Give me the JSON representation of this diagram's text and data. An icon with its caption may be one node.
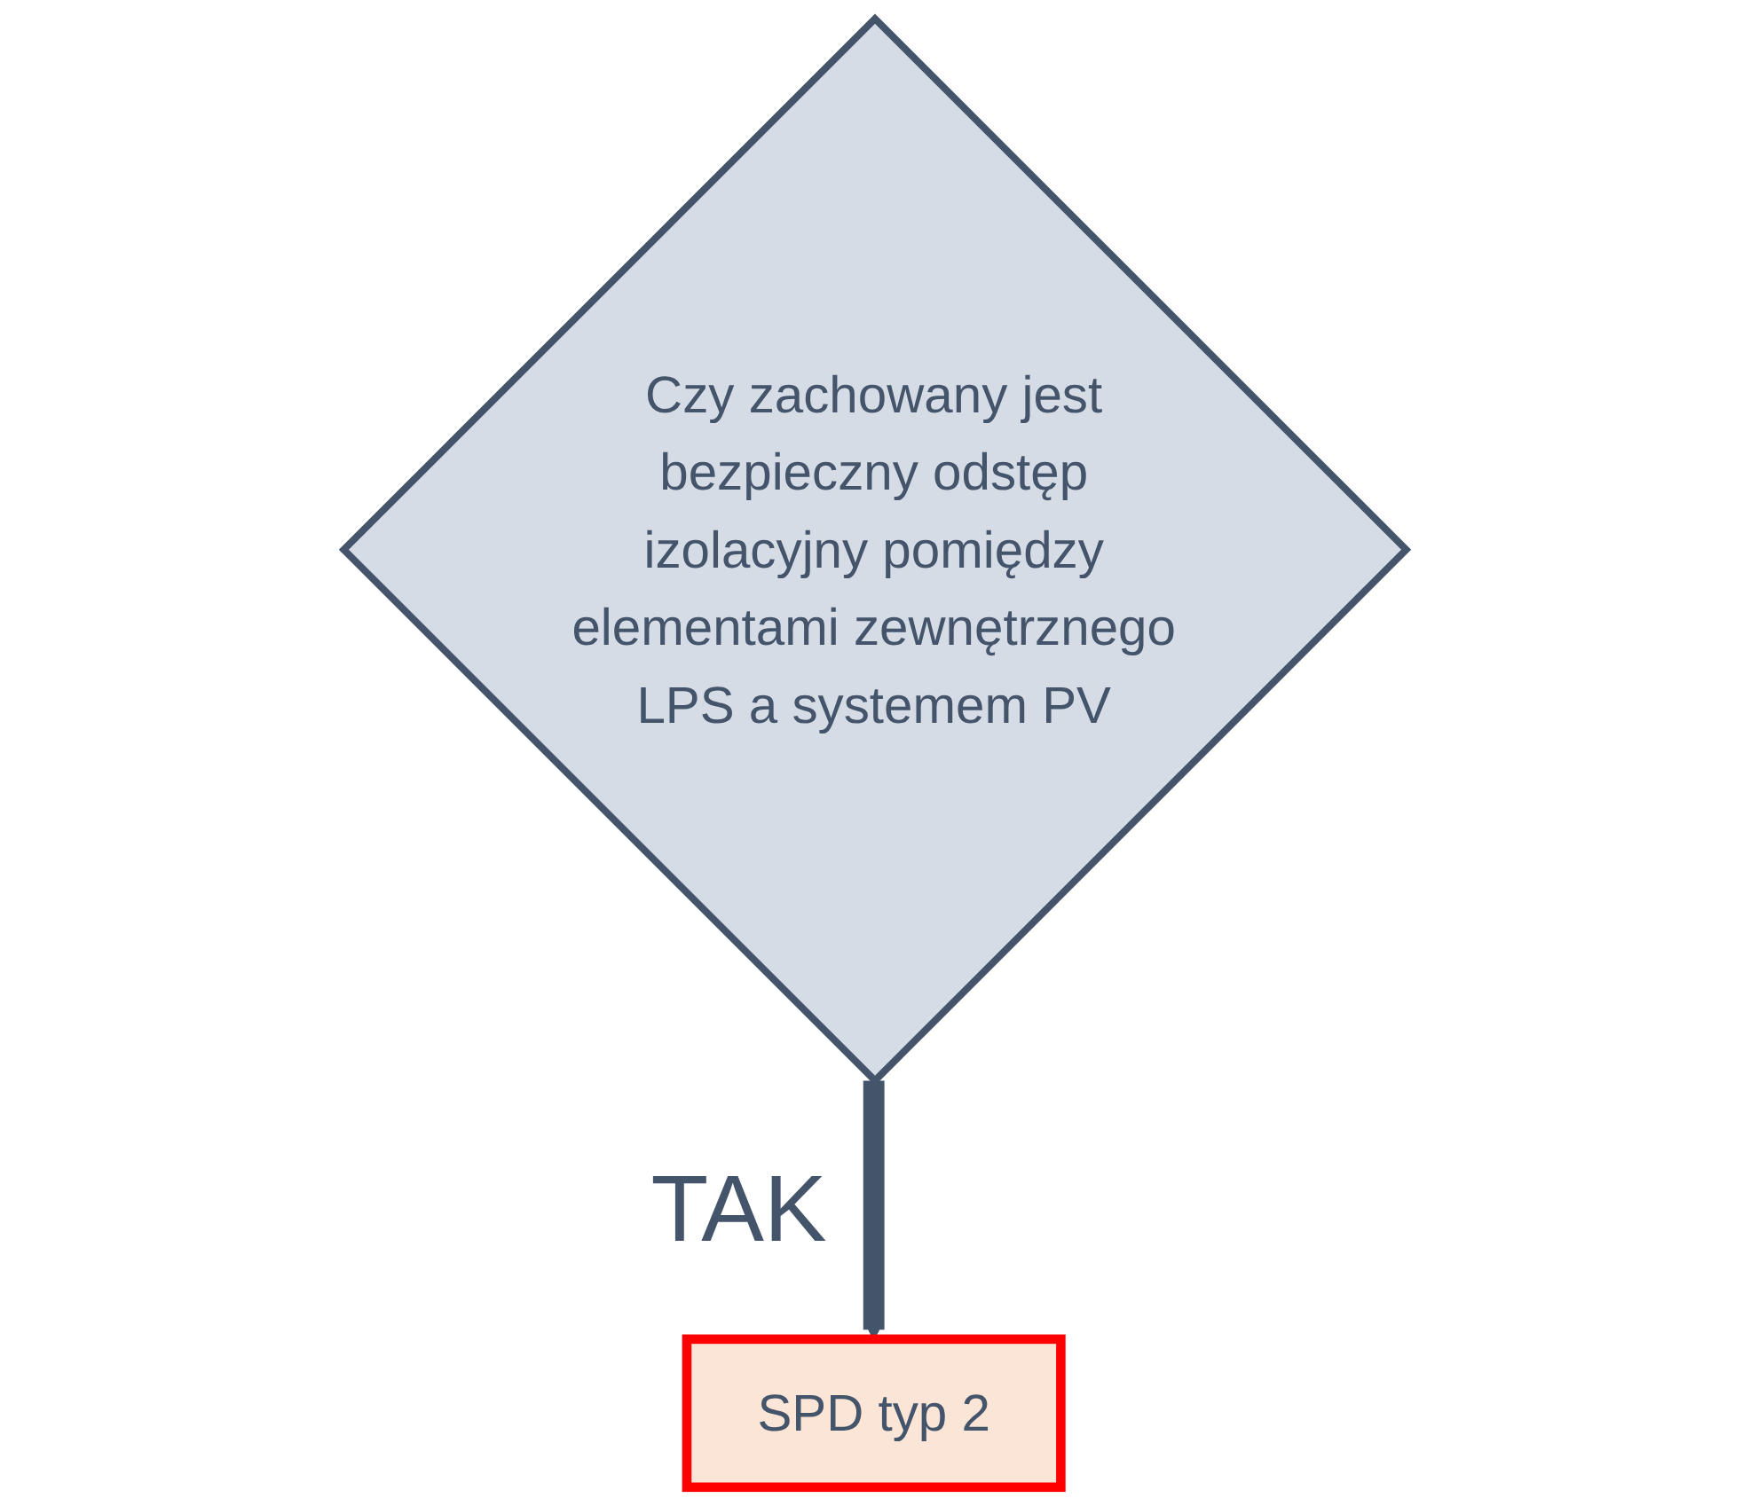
{
  "diagram": {
    "nodes": [
      {
        "text": [
          "Czy zachowany jest bezpieczny odstęp izolacyjny pomiędzy elementami zewnętrznego LPS a systemem PV"
        ]
      },
      {
        "text": [
          "SPD typ 2"
        ]
      }
    ],
    "edges": [
      {
        "from": 0,
        "to": 1,
        "arrow": "to",
        "label": "TAK"
      }
    ]
  }
}
